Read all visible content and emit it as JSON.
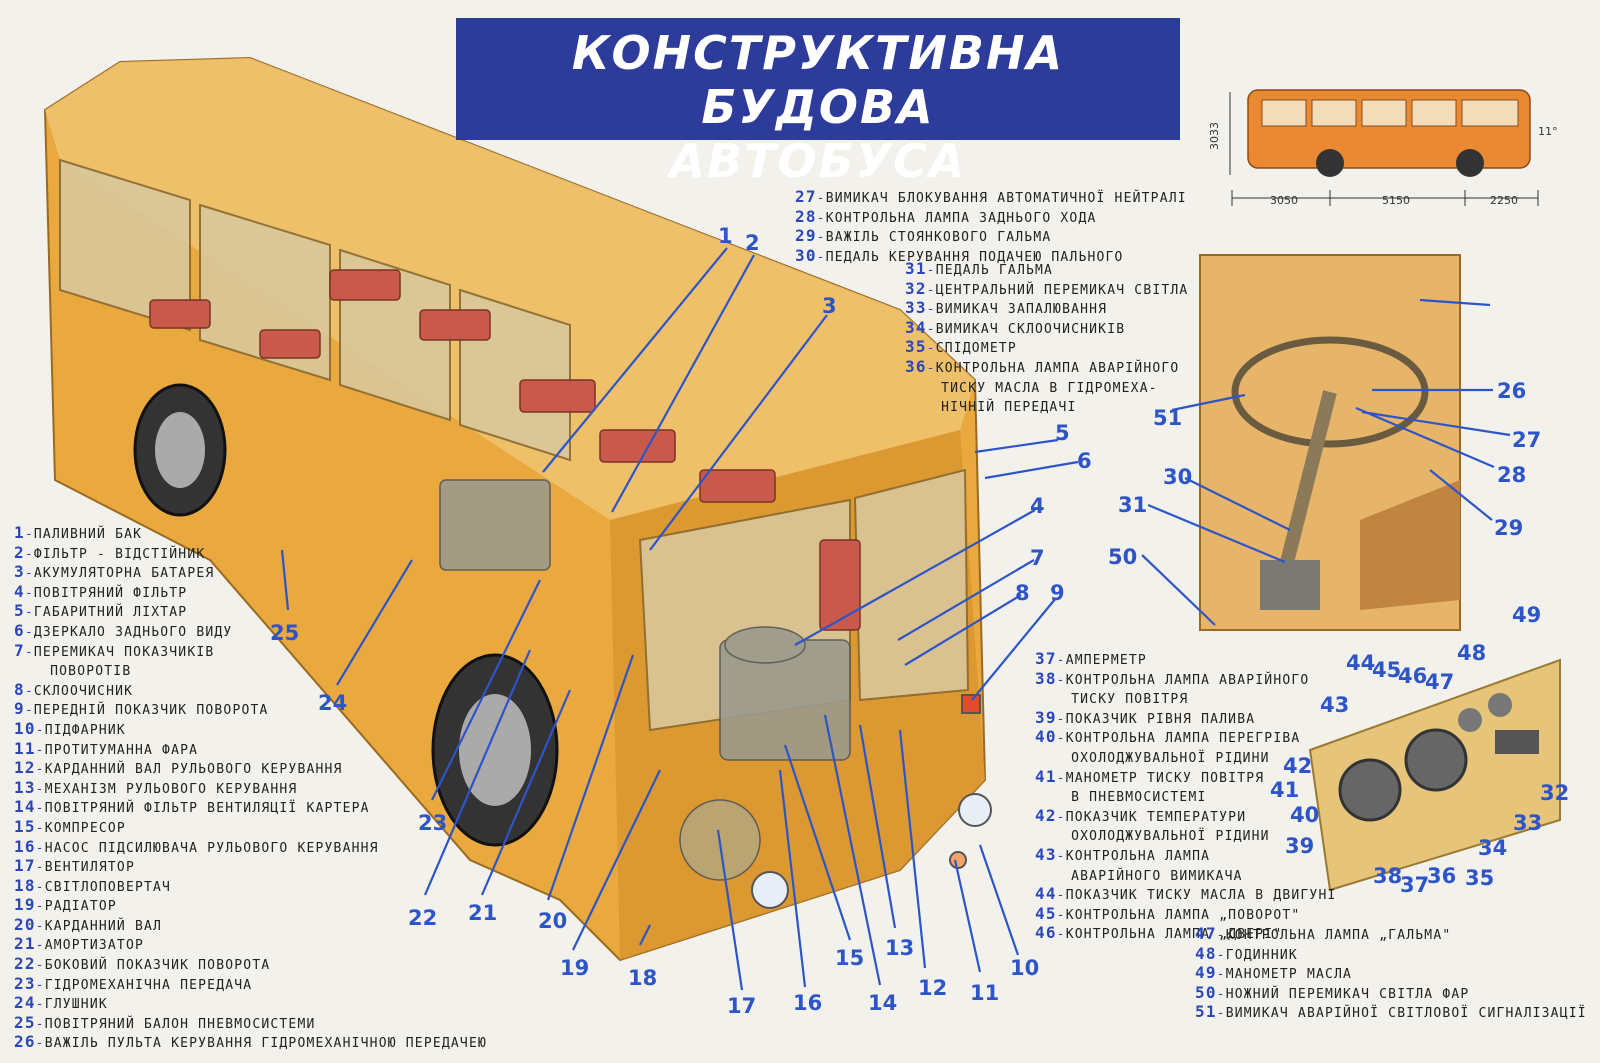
{
  "title": {
    "line1": "КОНСТРУКТИВНА БУДОВА",
    "line2": "АВТОБУСА"
  },
  "colors": {
    "title_bg": "#2d3b9a",
    "callout": "#2e55c8",
    "bus_body": "#e9a93f",
    "bus_shade": "#c9862b",
    "seat": "#c95a4b",
    "background": "#f2f1ec"
  },
  "dimensions": {
    "height": "3033",
    "front_overhang": "3050",
    "wheelbase": "5150",
    "rear_overhang": "2250",
    "angle": "11°"
  },
  "legend_left": [
    {
      "n": "1",
      "t": "ПАЛИВНИЙ БАК"
    },
    {
      "n": "2",
      "t": "ФІЛЬТР - ВІДСТІЙНИК"
    },
    {
      "n": "3",
      "t": "АКУМУЛЯТОРНА БАТАРЕЯ"
    },
    {
      "n": "4",
      "t": "ПОВІТРЯНИЙ ФІЛЬТР"
    },
    {
      "n": "5",
      "t": "ГАБАРИТНИЙ ЛІХТАР"
    },
    {
      "n": "6",
      "t": "ДЗЕРКАЛО ЗАДНЬОГО ВИДУ"
    },
    {
      "n": "7",
      "t": "ПЕРЕМИКАЧ ПОКАЗЧИКІВ"
    },
    {
      "n": "",
      "t": "ПОВОРОТІВ"
    },
    {
      "n": "8",
      "t": "СКЛООЧИСНИК"
    },
    {
      "n": "9",
      "t": "ПЕРЕДНІЙ ПОКАЗЧИК ПОВОРОТА"
    },
    {
      "n": "10",
      "t": "ПІДФАРНИК"
    },
    {
      "n": "11",
      "t": "ПРОТИТУМАННА ФАРА"
    },
    {
      "n": "12",
      "t": "КАРДАННИЙ ВАЛ РУЛЬОВОГО КЕРУВАННЯ"
    },
    {
      "n": "13",
      "t": "МЕХАНІЗМ РУЛЬОВОГО КЕРУВАННЯ"
    },
    {
      "n": "14",
      "t": "ПОВІТРЯНИЙ ФІЛЬТР ВЕНТИЛЯЦІЇ КАРТЕРА"
    },
    {
      "n": "15",
      "t": "КОМПРЕСОР"
    },
    {
      "n": "16",
      "t": "НАСОС ПІДСИЛЮВАЧА РУЛЬОВОГО КЕРУВАННЯ"
    },
    {
      "n": "17",
      "t": "ВЕНТИЛЯТОР"
    },
    {
      "n": "18",
      "t": "СВІТЛОПОВЕРТАЧ"
    },
    {
      "n": "19",
      "t": "РАДІАТОР"
    },
    {
      "n": "20",
      "t": "КАРДАННИЙ ВАЛ"
    },
    {
      "n": "21",
      "t": "АМОРТИЗАТОР"
    },
    {
      "n": "22",
      "t": "БОКОВИЙ ПОКАЗЧИК ПОВОРОТА"
    },
    {
      "n": "23",
      "t": "ГІДРОМЕХАНІЧНА ПЕРЕДАЧА"
    },
    {
      "n": "24",
      "t": "ГЛУШНИК"
    },
    {
      "n": "25",
      "t": "ПОВІТРЯНИЙ БАЛОН ПНЕВМОСИСТЕМИ"
    },
    {
      "n": "26",
      "t": "ВАЖІЛЬ ПУЛЬТА КЕРУВАННЯ ГІДРОМЕХАНІЧНОЮ ПЕРЕДАЧЕЮ"
    }
  ],
  "legend_top": [
    {
      "n": "27",
      "t": "ВИМИКАЧ БЛОКУВАННЯ АВТОМАТИЧНОЇ НЕЙТРАЛІ"
    },
    {
      "n": "28",
      "t": "КОНТРОЛЬНА ЛАМПА ЗАДНЬОГО ХОДА"
    },
    {
      "n": "29",
      "t": "ВАЖІЛЬ СТОЯНКОВОГО ГАЛЬМА"
    },
    {
      "n": "30",
      "t": "ПЕДАЛЬ КЕРУВАННЯ ПОДАЧЕЮ ПАЛЬНОГО"
    }
  ],
  "legend_mid": [
    {
      "n": "31",
      "t": "ПЕДАЛЬ ГАЛЬМА"
    },
    {
      "n": "32",
      "t": "ЦЕНТРАЛЬНИЙ ПЕРЕМИКАЧ СВІТЛА"
    },
    {
      "n": "33",
      "t": "ВИМИКАЧ ЗАПАЛЮВАННЯ"
    },
    {
      "n": "34",
      "t": "ВИМИКАЧ СКЛООЧИСНИКІВ"
    },
    {
      "n": "35",
      "t": "СПІДОМЕТР"
    },
    {
      "n": "36",
      "t": "КОНТРОЛЬНА ЛАМПА АВАРІЙНОГО"
    },
    {
      "n": "",
      "t": "ТИСКУ МАСЛА В ГІДРОМЕХА-"
    },
    {
      "n": "",
      "t": "НІЧНІЙ ПЕРЕДАЧІ"
    }
  ],
  "legend_right": [
    {
      "n": "37",
      "t": "АМПЕРМЕТР"
    },
    {
      "n": "38",
      "t": "КОНТРОЛЬНА ЛАМПА АВАРІЙНОГО"
    },
    {
      "n": "",
      "t": "ТИСКУ ПОВІТРЯ"
    },
    {
      "n": "39",
      "t": "ПОКАЗЧИК РІВНЯ ПАЛИВА"
    },
    {
      "n": "40",
      "t": "КОНТРОЛЬНА ЛАМПА ПЕРЕГРІВА"
    },
    {
      "n": "",
      "t": "ОХОЛОДЖУВАЛЬНОЇ РІДИНИ"
    },
    {
      "n": "41",
      "t": "МАНОМЕТР ТИСКУ ПОВІТРЯ"
    },
    {
      "n": "",
      "t": "В ПНЕВМОСИСТЕМІ"
    },
    {
      "n": "42",
      "t": "ПОКАЗЧИК ТЕМПЕРАТУРИ"
    },
    {
      "n": "",
      "t": "ОХОЛОДЖУВАЛЬНОЇ РІДИНИ"
    },
    {
      "n": "43",
      "t": "КОНТРОЛЬНА ЛАМПА"
    },
    {
      "n": "",
      "t": "АВАРІЙНОГО ВИМИКАЧА"
    },
    {
      "n": "44",
      "t": "ПОКАЗЧИК ТИСКУ МАСЛА В ДВИГУНІ"
    },
    {
      "n": "45",
      "t": "КОНТРОЛЬНА ЛАМПА „ПОВОРОТ\""
    },
    {
      "n": "46",
      "t": "КОНТРОЛЬНА ЛАМПА „ДВЕРІ\""
    }
  ],
  "legend_bottom": [
    {
      "n": "47",
      "t": "КОНТРОЛЬНА ЛАМПА „ГАЛЬМА\""
    },
    {
      "n": "48",
      "t": "ГОДИННИК"
    },
    {
      "n": "49",
      "t": "МАНОМЕТР МАСЛА"
    },
    {
      "n": "50",
      "t": "НОЖНИЙ ПЕРЕМИКАЧ СВІТЛА ФАР"
    },
    {
      "n": "51",
      "t": "ВИМИКАЧ АВАРІЙНОЇ СВІТЛОВОЇ СИГНАЛІЗАЦІЇ"
    }
  ],
  "callouts": [
    "1",
    "2",
    "3",
    "4",
    "5",
    "6",
    "7",
    "8",
    "9",
    "10",
    "11",
    "12",
    "13",
    "14",
    "15",
    "16",
    "17",
    "18",
    "19",
    "20",
    "21",
    "22",
    "23",
    "24",
    "25",
    "26",
    "27",
    "28",
    "29",
    "30",
    "31",
    "32",
    "33",
    "34",
    "35",
    "36",
    "37",
    "38",
    "39",
    "40",
    "41",
    "42",
    "43",
    "44",
    "45",
    "46",
    "47",
    "48",
    "49",
    "50",
    "51"
  ]
}
